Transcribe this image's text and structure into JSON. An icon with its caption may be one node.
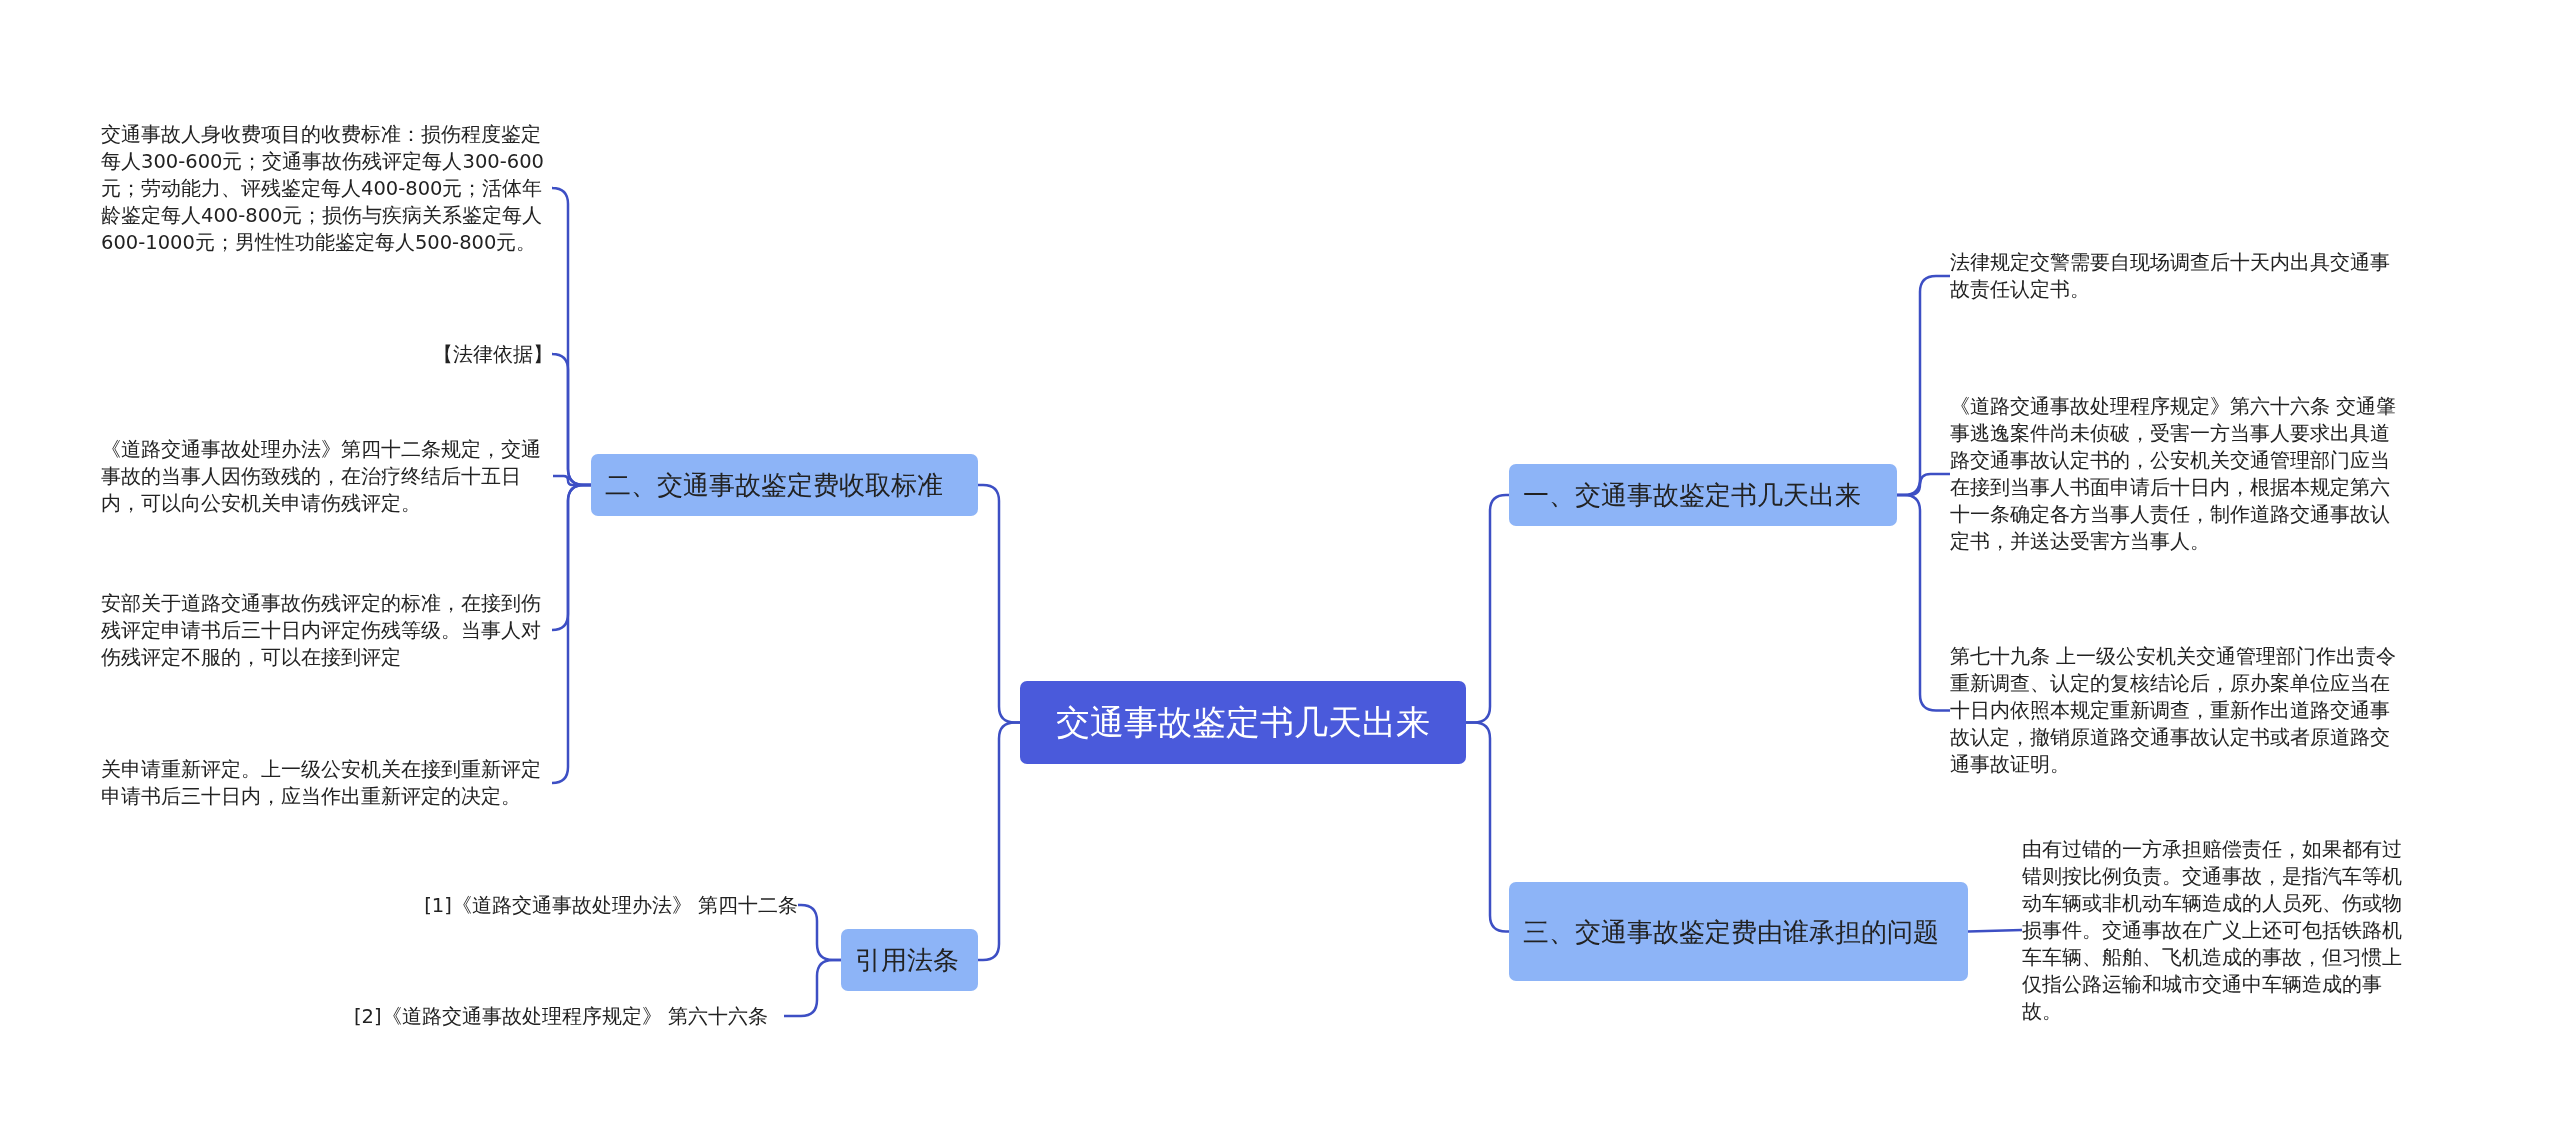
{
  "diagram": {
    "nodes": [
      {
        "text": [
          "交通事故鉴定书几天出来"
        ]
      },
      {
        "text": [
          "一、交通事故鉴定书几天出来"
        ]
      },
      {
        "text": [
          "三、交通事故鉴定费由谁承担的问题"
        ]
      },
      {
        "text": [
          "二、交通事故鉴定费收取标准"
        ]
      },
      {
        "text": [
          "引用法条"
        ]
      },
      {
        "text": [
          "法律规定交警需要自现场调查后十天内出具交通事故责任认定书。"
        ]
      },
      {
        "text": [
          "《道路交通事故处理程序规定》第六十六条 交通肇事逃逸案件尚未侦破，受害一方当事人要求出具道路交通事故认定书的，公安机关交通管理部门应当在接到当事人书面申请后十日内，根据本规定第六十一条确定各方当事人责任，制作道路交通事故认定书，并送达受害方当事人。"
        ]
      },
      {
        "text": [
          "第七十九条 上一级公安机关交通管理部门作出责令重新调查、认定的复核结论后，原办案单位应当在十日内依照本规定重新调查，重新作出道路交通事故认定，撤销原道路交通事故认定书或者原道路交通事故证明。"
        ]
      },
      {
        "text": [
          "由有过错的一方承担赔偿责任，如果都有过错则按比例负责。交通事故，是指汽车等机动车辆或非机动车辆造成的人员死、伤或物损事件。交通事故在广义上还可包括铁路机车车辆、船舶、飞机造成的事故，但习惯上仅指公路运输和城市交通中车辆造成的事故。"
        ]
      },
      {
        "text": [
          "交通事故人身收费项目的收费标准：损伤程度鉴定每人300-600元；交通事故伤残评定每人300-600元；劳动能力、评残鉴定每人400-800元；活体年龄鉴定每人400-800元；损伤与疾病关系鉴定每人600-1000元；男性性功能鉴定每人500-800元。"
        ]
      },
      {
        "text": [
          "【法律依据】"
        ]
      },
      {
        "text": [
          "《道路交通事故处理办法》第四十二条规定，交通事故的当事人因伤致残的，在治疗终结后十五日内，可以向公安机关申请伤残评定。"
        ]
      },
      {
        "text": [
          "安部关于道路交通事故伤残评定的标准，在接到伤残评定申请书后三十日内评定伤残等级。当事人对伤残评定不服的，可以在接到评定"
        ]
      },
      {
        "text": [
          "关申请重新评定。上一级公安机关在接到重新评定申请书后三十日内，应当作出重新评定的决定。"
        ]
      },
      {
        "text": [
          "[1]《道路交通事故处理办法》 第四十二条"
        ]
      },
      {
        "text": [
          "[2]《道路交通事故处理程序规定》 第六十六条"
        ]
      }
    ],
    "edges": [
      {
        "from": 0,
        "to": 1,
        "arrow": "none"
      },
      {
        "from": 0,
        "to": 2,
        "arrow": "none"
      },
      {
        "from": 0,
        "to": 3,
        "arrow": "none"
      },
      {
        "from": 0,
        "to": 4,
        "arrow": "none"
      },
      {
        "from": 1,
        "to": 5,
        "arrow": "none"
      },
      {
        "from": 1,
        "to": 6,
        "arrow": "none"
      },
      {
        "from": 1,
        "to": 7,
        "arrow": "none"
      },
      {
        "from": 2,
        "to": 8,
        "arrow": "none"
      },
      {
        "from": 3,
        "to": 9,
        "arrow": "none"
      },
      {
        "from": 3,
        "to": 10,
        "arrow": "none"
      },
      {
        "from": 3,
        "to": 11,
        "arrow": "none"
      },
      {
        "from": 3,
        "to": 12,
        "arrow": "none"
      },
      {
        "from": 3,
        "to": 13,
        "arrow": "none"
      },
      {
        "from": 4,
        "to": 14,
        "arrow": "none"
      },
      {
        "from": 4,
        "to": 15,
        "arrow": "none"
      }
    ]
  }
}
